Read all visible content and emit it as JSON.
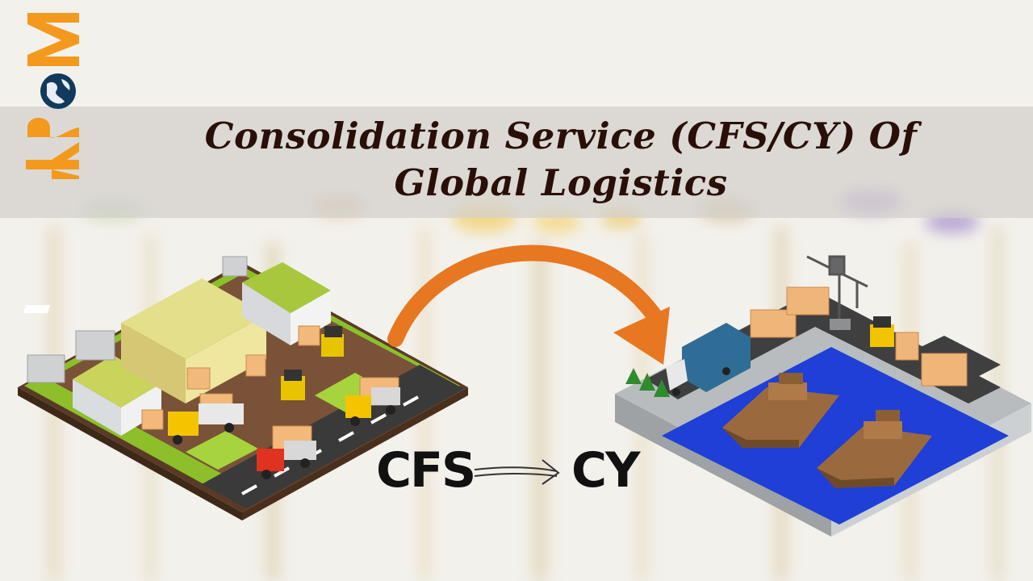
{
  "logo": {
    "text": "K2OM",
    "accent": "#f39a1e"
  },
  "title": {
    "line1": "Consolidation Service (CFS/CY) Of",
    "line2": "Global Logistics"
  },
  "flow": {
    "from": "CFS",
    "to": "CY"
  },
  "colors": {
    "title_text": "#2a0f08",
    "arrow": "#e87722",
    "water": "#1f3fd6",
    "ground": "#7a5238",
    "grass": "#8cbf2a",
    "road": "#3a3a3a"
  }
}
